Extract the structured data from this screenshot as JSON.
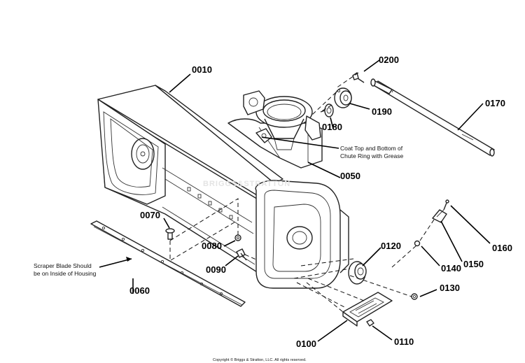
{
  "diagram": {
    "callouts": {
      "c0010": "0010",
      "c0200": "0200",
      "c0170": "0170",
      "c0190": "0190",
      "c0180": "0180",
      "c0050": "0050",
      "c0070": "0070",
      "c0080": "0080",
      "c0090": "0090",
      "c0060": "0060",
      "c0120": "0120",
      "c0130": "0130",
      "c0140": "0140",
      "c0150": "0150",
      "c0160": "0160",
      "c0100": "0100",
      "c0110": "0110"
    },
    "notes": {
      "grease_line1": "Coat Top and Bottom of",
      "grease_line2": "Chute Ring with Grease",
      "scraper_line1": "Scraper Blade Should",
      "scraper_line2": "be on Inside of Housing"
    },
    "watermark": "BRIGGS&STRATTON",
    "copyright": "Copyright © Briggs & Stratton, LLC. All rights reserved."
  }
}
